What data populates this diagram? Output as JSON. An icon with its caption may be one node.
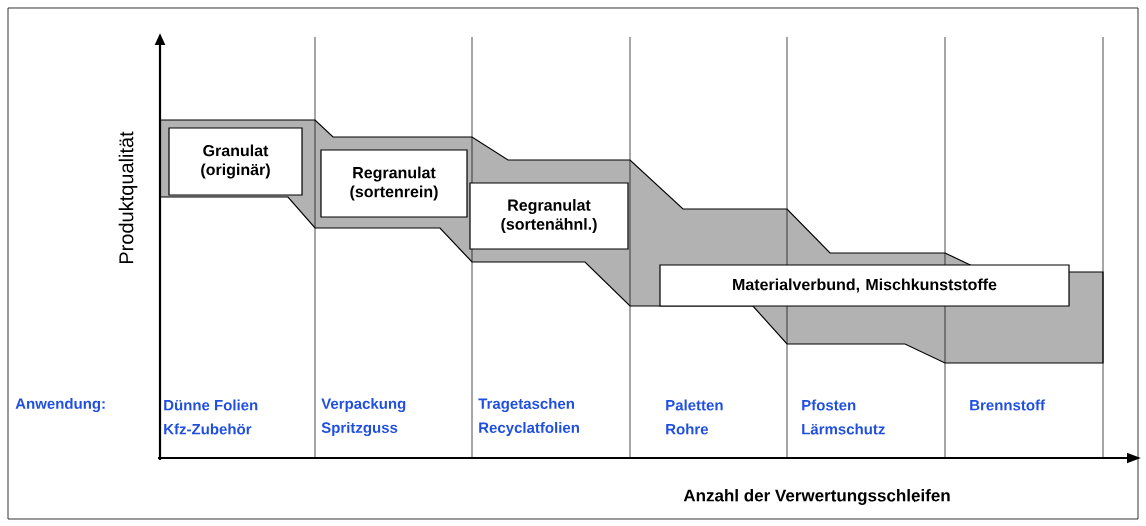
{
  "diagram": {
    "nodes": [
      {
        "text": [
          "Granulat (originär)"
        ]
      },
      {
        "text": [
          "Regranulat (sortenrein)"
        ]
      },
      {
        "text": [
          "Regranulat (sortenähnl.)"
        ]
      },
      {
        "text": [
          "Materialverbund, Mischkunststoffe"
        ]
      }
    ],
    "labels": [
      "Produktqualität",
      "Anwendung:",
      "Dünne Folien",
      "Kfz-Zubehör",
      "Verpackung",
      "Spritzguss",
      "Tragetaschen",
      "Recyclatfolien",
      "Paletten",
      "Rohre",
      "Pfosten",
      "Lärmschutz",
      "Brennstoff",
      "Anzahl der Verwertungsschleifen"
    ]
  }
}
